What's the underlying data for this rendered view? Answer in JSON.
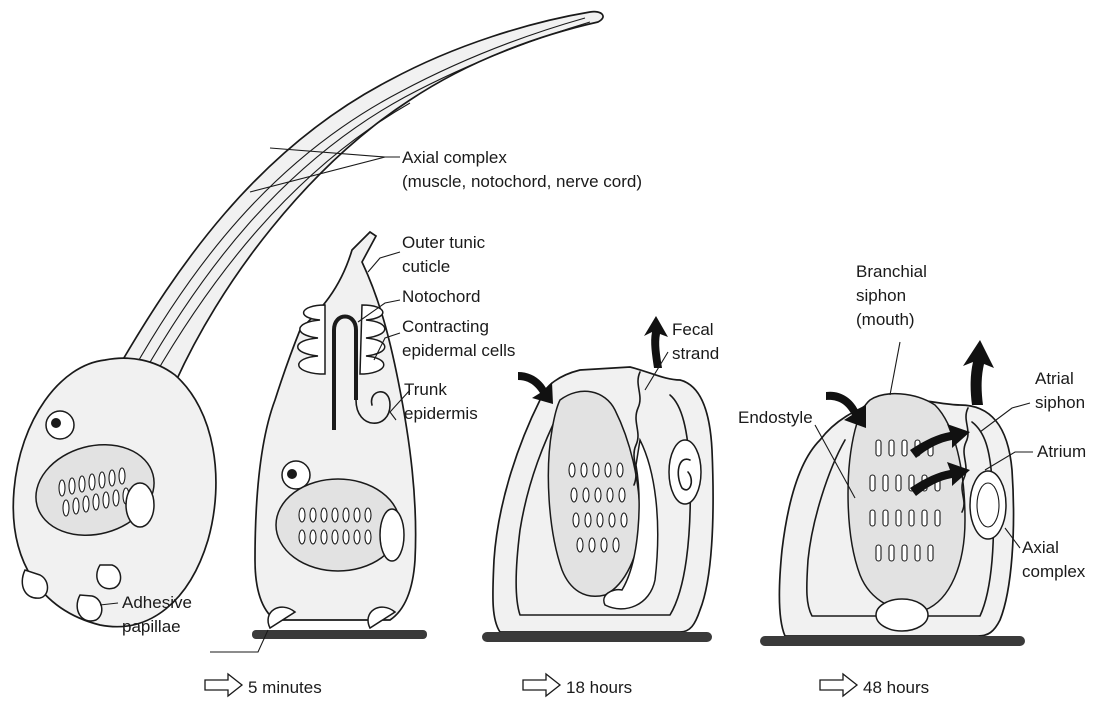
{
  "labels": {
    "axial_complex": "Axial complex",
    "axial_complex_detail": "(muscle, notochord, nerve cord)",
    "outer_tunic_1": "Outer tunic",
    "outer_tunic_2": "cuticle",
    "notochord": "Notochord",
    "contracting_1": "Contracting",
    "contracting_2": "epidermal cells",
    "trunk_1": "Trunk",
    "trunk_2": "epidermis",
    "adhesive_1": "Adhesive",
    "adhesive_2": "papillae",
    "fecal_1": "Fecal",
    "fecal_2": "strand",
    "branchial_1": "Branchial",
    "branchial_2": "siphon",
    "branchial_3": "(mouth)",
    "endostyle": "Endostyle",
    "atrial_1": "Atrial",
    "atrial_2": "siphon",
    "atrium": "Atrium",
    "axial2_1": "Axial",
    "axial2_2": "complex"
  },
  "stages": [
    {
      "time": "5 minutes"
    },
    {
      "time": "18 hours"
    },
    {
      "time": "48 hours"
    }
  ]
}
